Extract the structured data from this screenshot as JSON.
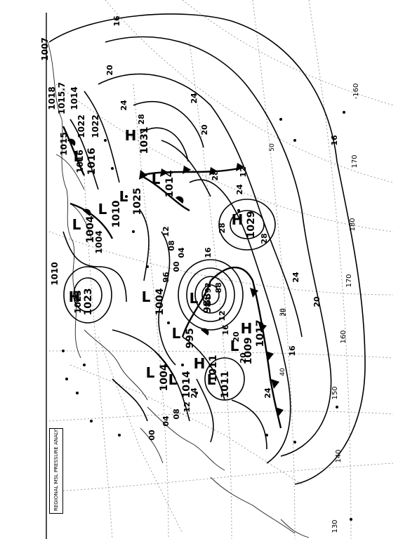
{
  "map": {
    "orientation": "rotated 90 degrees clockwise",
    "colors": {
      "ink": "#000000",
      "grid": "#8a8a8a",
      "paper": "#ffffff"
    },
    "longitude_labels": [
      "-160",
      "170",
      "180",
      "170",
      "160",
      "150",
      "140",
      "130"
    ],
    "latitude_labels": [
      "50",
      "20",
      "30",
      "40"
    ],
    "centers": [
      {
        "type": "H",
        "pressure": "1031"
      },
      {
        "type": "H",
        "pressure": "1029"
      },
      {
        "type": "H",
        "pressure": "1023"
      },
      {
        "type": "H",
        "pressure": "1017"
      },
      {
        "type": "H",
        "pressure": "1011"
      },
      {
        "type": "L",
        "pressure": "1014"
      },
      {
        "type": "L",
        "pressure": "1025"
      },
      {
        "type": "L",
        "pressure": "1016"
      },
      {
        "type": "L",
        "pressure": "1004"
      },
      {
        "type": "L",
        "pressure": "1004"
      },
      {
        "type": "L",
        "pressure": "983"
      },
      {
        "type": "L",
        "pressure": "995"
      },
      {
        "type": "L",
        "pressure": "1004"
      },
      {
        "type": "L",
        "pressure": "1009"
      },
      {
        "type": "L",
        "pressure": "1011"
      },
      {
        "type": "L",
        "pressure": "1014"
      },
      {
        "type": "L",
        "pressure": "1010"
      }
    ],
    "isobar_labels": [
      "16",
      "20",
      "24",
      "28",
      "20",
      "24",
      "28",
      "24",
      "28",
      "16",
      "20",
      "24",
      "28",
      "12",
      "08",
      "04",
      "00",
      "96",
      "92",
      "88",
      "84",
      "12",
      "16",
      "20",
      "24",
      "16",
      "20",
      "24",
      "12",
      "08",
      "04",
      "00",
      "16",
      "12"
    ],
    "top_left_numbers": [
      "1018",
      "1015.7",
      "1014",
      "1015",
      "1022",
      "1022",
      "1016",
      "1004",
      "1023",
      "1010",
      "1007"
    ],
    "footer_text": "REGIONAL MSL PRESSURE ANALYSIS"
  }
}
